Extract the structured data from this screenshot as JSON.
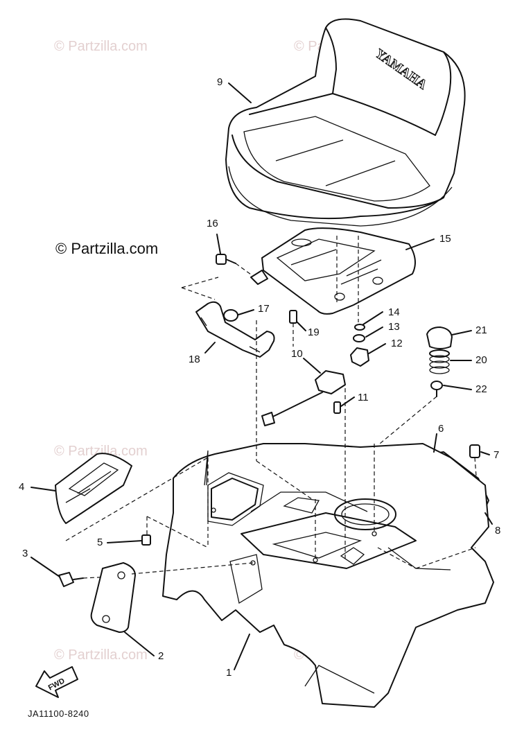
{
  "watermark": {
    "faint": "© Partzilla.com",
    "strong": "© Partzilla.com"
  },
  "brand_on_seat": "YAMAHA",
  "fwd_label": "FWD",
  "figure_code": "JA11100-8240",
  "parts": [
    {
      "num": "1"
    },
    {
      "num": "2"
    },
    {
      "num": "3"
    },
    {
      "num": "4"
    },
    {
      "num": "5"
    },
    {
      "num": "6"
    },
    {
      "num": "7"
    },
    {
      "num": "8"
    },
    {
      "num": "9"
    },
    {
      "num": "10"
    },
    {
      "num": "11"
    },
    {
      "num": "12"
    },
    {
      "num": "13"
    },
    {
      "num": "14"
    },
    {
      "num": "15"
    },
    {
      "num": "16"
    },
    {
      "num": "17"
    },
    {
      "num": "18"
    },
    {
      "num": "19"
    },
    {
      "num": "20"
    },
    {
      "num": "21"
    },
    {
      "num": "22"
    }
  ]
}
